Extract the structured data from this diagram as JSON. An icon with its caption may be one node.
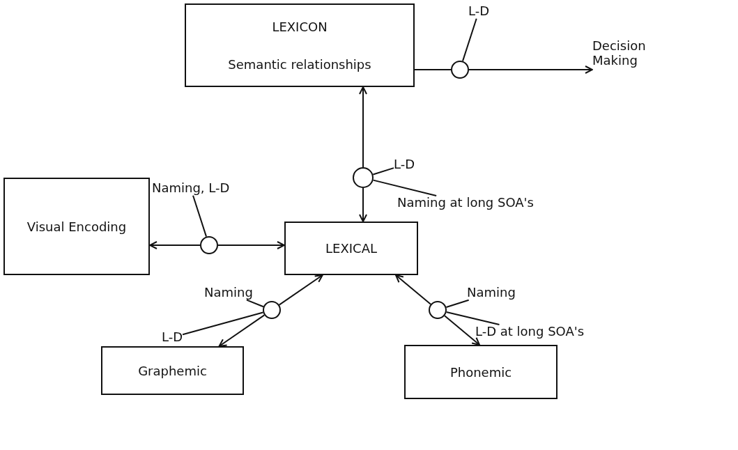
{
  "diagram": {
    "nodes": [
      {
        "text": [
          "LEXICON",
          "Semantic relationships"
        ]
      },
      {
        "text": [
          "L-D"
        ]
      },
      {
        "text": [
          "Decision Making"
        ]
      },
      {
        "text": [],
        "shape": "circle"
      },
      {
        "text": [
          "L-D"
        ]
      },
      {
        "text": [],
        "shape": "circle"
      },
      {
        "text": [
          "Naming at long SOA's"
        ]
      },
      {
        "text": [
          "Visual Encoding"
        ]
      },
      {
        "text": [
          "Naming, L-D"
        ]
      },
      {
        "text": [],
        "shape": "circle"
      },
      {
        "text": [
          "LEXICAL"
        ]
      },
      {
        "text": [
          "Naming"
        ]
      },
      {
        "text": [],
        "shape": "circle"
      },
      {
        "text": [
          "L-D"
        ]
      },
      {
        "text": [
          "Naming"
        ]
      },
      {
        "text": [],
        "shape": "circle"
      },
      {
        "text": [
          "L-D at long SOA's"
        ]
      },
      {
        "text": [
          "Graphemic"
        ]
      },
      {
        "text": [
          "Phonemic"
        ]
      }
    ],
    "edges": [
      {
        "from": 0,
        "to": 3,
        "arrow": "none"
      },
      {
        "from": 3,
        "to": 2,
        "arrow": "to"
      },
      {
        "from": 5,
        "to": 0,
        "arrow": "to"
      },
      {
        "from": 5,
        "to": 10,
        "arrow": "to"
      },
      {
        "from": 9,
        "to": 7,
        "arrow": "to"
      },
      {
        "from": 9,
        "to": 10,
        "arrow": "to"
      },
      {
        "from": 12,
        "to": 10,
        "arrow": "to"
      },
      {
        "from": 12,
        "to": 17,
        "arrow": "to"
      },
      {
        "from": 15,
        "to": 10,
        "arrow": "to"
      },
      {
        "from": 15,
        "to": 18,
        "arrow": "to"
      },
      {
        "from": 1,
        "to": 3,
        "arrow": "none"
      },
      {
        "from": 4,
        "to": 5,
        "arrow": "none"
      },
      {
        "from": 6,
        "to": 5,
        "arrow": "none"
      },
      {
        "from": 8,
        "to": 9,
        "arrow": "none"
      },
      {
        "from": 11,
        "to": 12,
        "arrow": "none"
      },
      {
        "from": 13,
        "to": 12,
        "arrow": "none"
      },
      {
        "from": 14,
        "to": 15,
        "arrow": "none"
      },
      {
        "from": 16,
        "to": 15,
        "arrow": "none"
      }
    ]
  }
}
